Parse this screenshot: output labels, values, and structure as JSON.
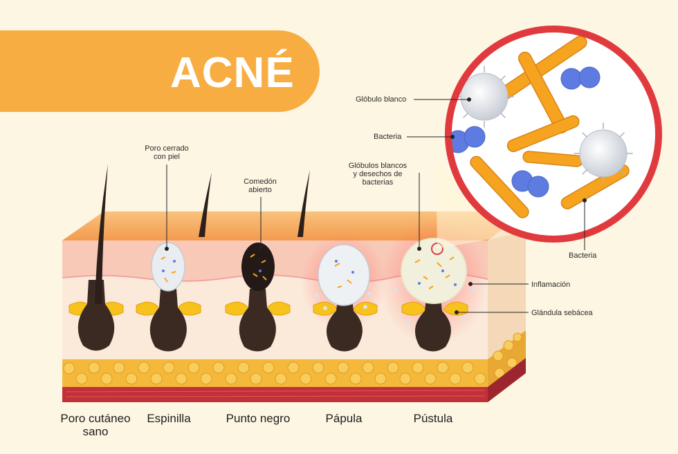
{
  "title": "ACNÉ",
  "callouts": {
    "closed_pore": [
      "Poro cerrado",
      "con piel"
    ],
    "open_comedo": [
      "Comedón",
      "abierto"
    ],
    "wbc_debris": [
      "Glóbulos blancos",
      "y desechos de",
      "bacterias"
    ],
    "white_cell": "Glóbulo blanco",
    "bacteria_top": "Bacteria",
    "bacteria_bottom": "Bacteria",
    "inflammation": "Inflamación",
    "sebaceous_gland": "Glándula sebácea"
  },
  "stages": {
    "healthy": [
      "Poro cutáneo",
      "sano"
    ],
    "whitehead": "Espinilla",
    "blackhead": "Punto negro",
    "papule": "Pápula",
    "pustule": "Pústula"
  },
  "colors": {
    "background": "#fdf6e3",
    "banner": "#f7ad41",
    "magnifier_ring": "#e03a3e",
    "skin_top": "#f6a65a",
    "epidermis": "#f9c9b8",
    "dermis": "#fbe9d9",
    "fat": "#f4b93b",
    "muscle": "#c2303a",
    "hair_follicle": "#3b2a22",
    "bacteria": "#f6a31f",
    "cocci": "#5d7be0",
    "white_cell": "#e8ecf0"
  }
}
